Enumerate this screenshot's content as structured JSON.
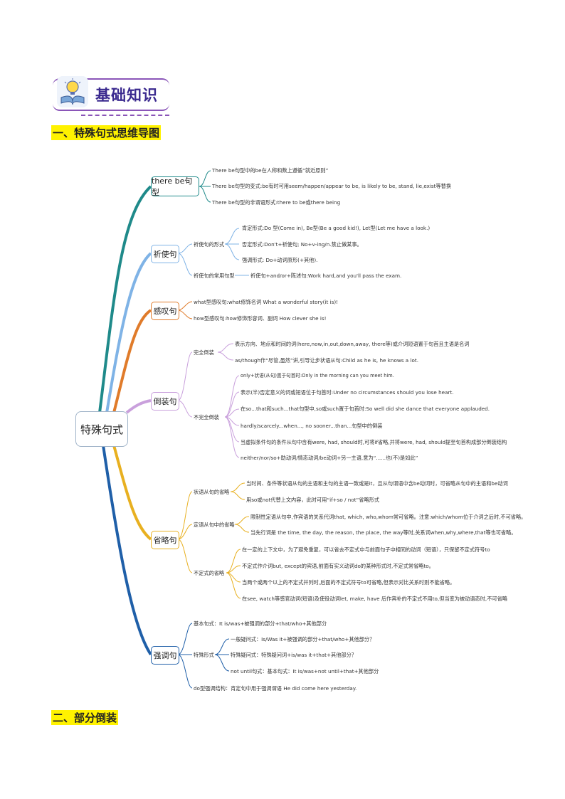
{
  "header": {
    "title": "基础知识",
    "icon": "lightbulb-book-icon",
    "accent": "#8a55b8"
  },
  "sections": {
    "s1": "一、特殊句式思维导图",
    "s2": "二、部分倒装"
  },
  "mindmap": {
    "root": "特殊句式",
    "branches": [
      {
        "label": "there be句型",
        "color": "#1f8a8a",
        "items": [
          "There be句型中的be在人称和数上遵循“就近原则”",
          "There be句型的变式:be有时可用seem/happen/appear to be, is likely to be, stand, lie,exist等替换",
          "There be句型的非谓语形式:there to be或there being"
        ]
      },
      {
        "label": "祈使句",
        "color": "#7fb3e6",
        "subs": [
          {
            "label": "祈使句的形式",
            "items": [
              "肯定形式:Do 型(Come in), Be型(Be a good kid!), Let型(Let me have a look.)",
              "否定形式:Don't+祈使句; No+v-ing/n.禁止做某事。",
              "强调形式: Do+动词原形(+其他)."
            ]
          },
          {
            "label": "祈使句的常用句型",
            "items": [
              "祈使句+and/or+陈述句:Work hard,and you'll pass the exam."
            ]
          }
        ]
      },
      {
        "label": "感叹句",
        "color": "#e07b2a",
        "items": [
          "what型感叹句:what修饰名词  What a wonderful story(it is)!",
          "how型感叹句:how修饰形容词、副词  How clever she is!"
        ]
      },
      {
        "label": "倒装句",
        "color": "#c9a0dc",
        "subs": [
          {
            "label": "完全倒装",
            "items": [
              "表示方向、地点和时间的词(here,now,in,out,down,away, there等)或介词短语置于句首且主语是名词",
              "as/though作“尽管,虽然”讲,引导让步状语从句:Child as he is, he knows a lot."
            ]
          },
          {
            "label": "不完全倒装",
            "items": [
              "only+状语(从句)置于句首时:Only in the morning can you meet him.",
              "表示(半)否定意义的词或短语位于句首时:Under no circumstances should you lose heart.",
              "在so...that和such...that句型中,so或such置于句首时:So well did she dance that everyone applauded.",
              "hardly/scarcely...when..., no sooner...than...句型中的倒装",
              "当虚拟条件句的条件从句中含有were, had, should时,可将if省略,并将were, had, should提至句首构成部分倒装结构",
              "neither/nor/so+助动词/情态动词/be动词+另一主语,意为“......也(不)是如此”"
            ]
          }
        ]
      },
      {
        "label": "省略句",
        "color": "#e8b020",
        "subs": [
          {
            "label": "状语从句的省略",
            "items": [
              "当时间、条件等状语从句的主语和主句的主语一致或是it，且从句谓语中含be动词时，可省略从句中的主语和be动词",
              "用so或not代替上文内容，此时可用“if+so / not”省略形式"
            ]
          },
          {
            "label": "定语从句中的省略",
            "items": [
              "限制性定语从句中,作宾语的关系代词that, which, who,whom常可省略。注意:which/whom位于介词之后时,不可省略。",
              "当先行词是 the time, the day, the reason, the place, the way等时,关系词when,why,where,that等也可省略。"
            ]
          },
          {
            "label": "不定式的省略",
            "items": [
              "在一定的上下文中，为了避免重复，可以省去不定式中与前面句子中相同的动词（短语），只保留不定式符号to",
              "不定式作介词but, except的宾语,前面有实义动词do的某种形式时,不定式常省略to。",
              "当两个或两个以上的不定式并列时,后面的不定式符号to可省略,但表示对比关系时则不能省略。",
              "在see, watch等感官动词(短语)及使役动词let, make, have 后作宾补的不定式不用to,但当变为被动语态时,不可省略"
            ]
          }
        ]
      },
      {
        "label": "强调句",
        "color": "#1f5fa8",
        "items": [
          "基本句式：It is/was+被强调的部分+that/who+其他部分",
          "do型强调结构：肯定句中用于强调谓语  He did come here yesterday."
        ],
        "subs": [
          {
            "label": "特殊形式",
            "items": [
              "一般疑问式：Is/Was it+被强调的部分+that/who+其他部分？",
              "特殊疑问式：特殊疑问词+is/was it+that+其他部分？",
              "not until句式：基本句式：It is/was+not until+that+其他部分"
            ]
          }
        ]
      }
    ]
  }
}
